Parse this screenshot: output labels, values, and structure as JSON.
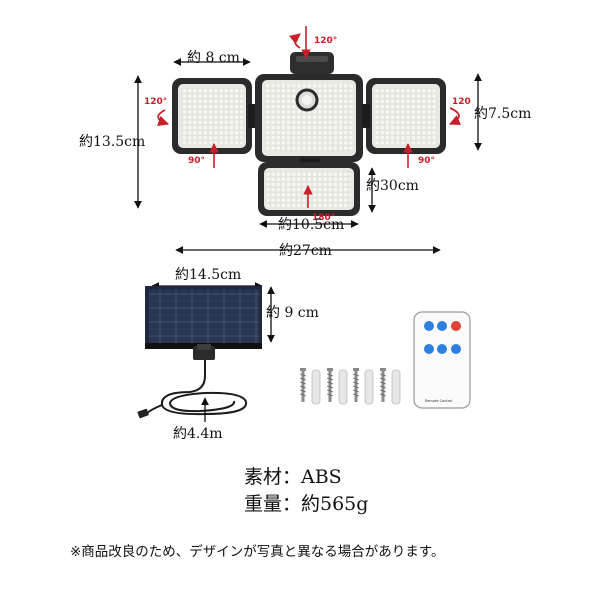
{
  "dimensions": {
    "panel_width": "約 8 cm",
    "total_height": "約13.5cm",
    "panel_height": "約7.5cm",
    "arm_length": "約30cm",
    "bottom_panel_width": "約10.5cm",
    "total_width": "約27cm",
    "solar_width": "約14.5cm",
    "solar_height": "約 9 cm",
    "cable_length": "約4.4m"
  },
  "angles": {
    "top": "120°",
    "left_rotation": "120°",
    "left_tilt": "90°",
    "right_rotation": "120",
    "right_tilt": "90°",
    "bottom": "180°"
  },
  "remote": {
    "label": "Remote Control"
  },
  "specs": {
    "material": "素材：ABS",
    "weight": "重量：約565g"
  },
  "notice": "※商品改良のため、デザインが写真と異なる場合があります。",
  "colors": {
    "accent_red": "#c8202a",
    "housing": "#2b2b2b",
    "led": "#f4f4ee",
    "remote_blue": "#2f7fe0"
  }
}
